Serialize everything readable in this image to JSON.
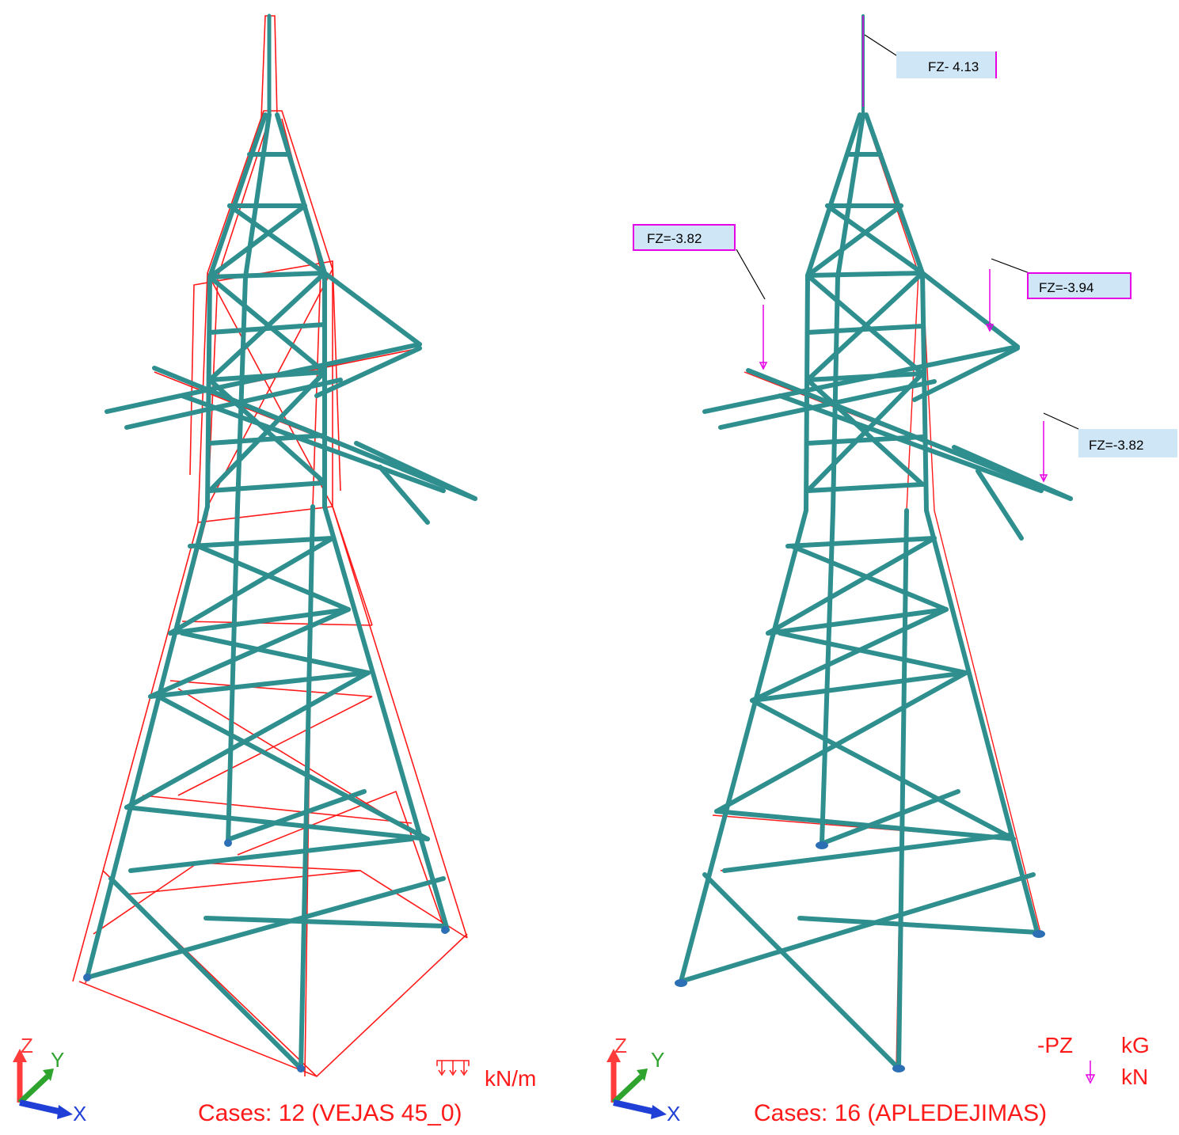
{
  "colors": {
    "member": "#2f8f8f",
    "deformed": "#ff1a1a",
    "load": "#e600e6",
    "label_bg": "#cfe6f6",
    "label_border": "#e600e6",
    "axis_x": "#1f3fd6",
    "axis_y": "#2ea32e",
    "axis_z": "#ff3b3b"
  },
  "left_view": {
    "case_label": "Cases: 12 (VEJAS 45_0)",
    "load_unit": "kN/m",
    "load_icon": "distributed-load-icon",
    "axes": {
      "x": "X",
      "y": "Y",
      "z": "Z"
    }
  },
  "right_view": {
    "case_label": "Cases: 16 (APLEDEJIMAS)",
    "legend_moment": "-PZ",
    "legend_moment_unit": "kG",
    "legend_force_unit": "kN",
    "load_icon": "point-load-arrow-icon",
    "axes": {
      "x": "X",
      "y": "Y",
      "z": "Z"
    },
    "force_labels": [
      {
        "text": "FZ- 4.13"
      },
      {
        "text": "FZ=-3.82"
      },
      {
        "text": "FZ=-3.94"
      },
      {
        "text": "FZ=-3.82"
      }
    ]
  }
}
